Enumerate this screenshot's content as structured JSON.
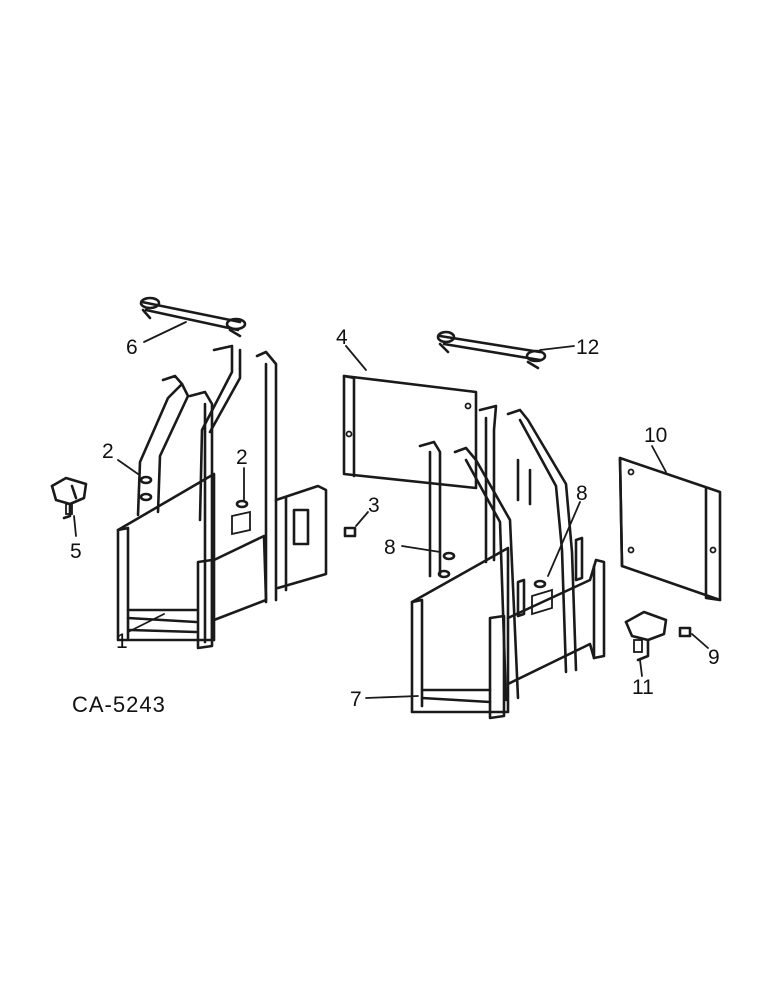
{
  "drawing_code": "CA-5243",
  "callouts": [
    "1",
    "2",
    "2",
    "3",
    "4",
    "5",
    "6",
    "7",
    "8",
    "8",
    "9",
    "10",
    "11",
    "12"
  ]
}
